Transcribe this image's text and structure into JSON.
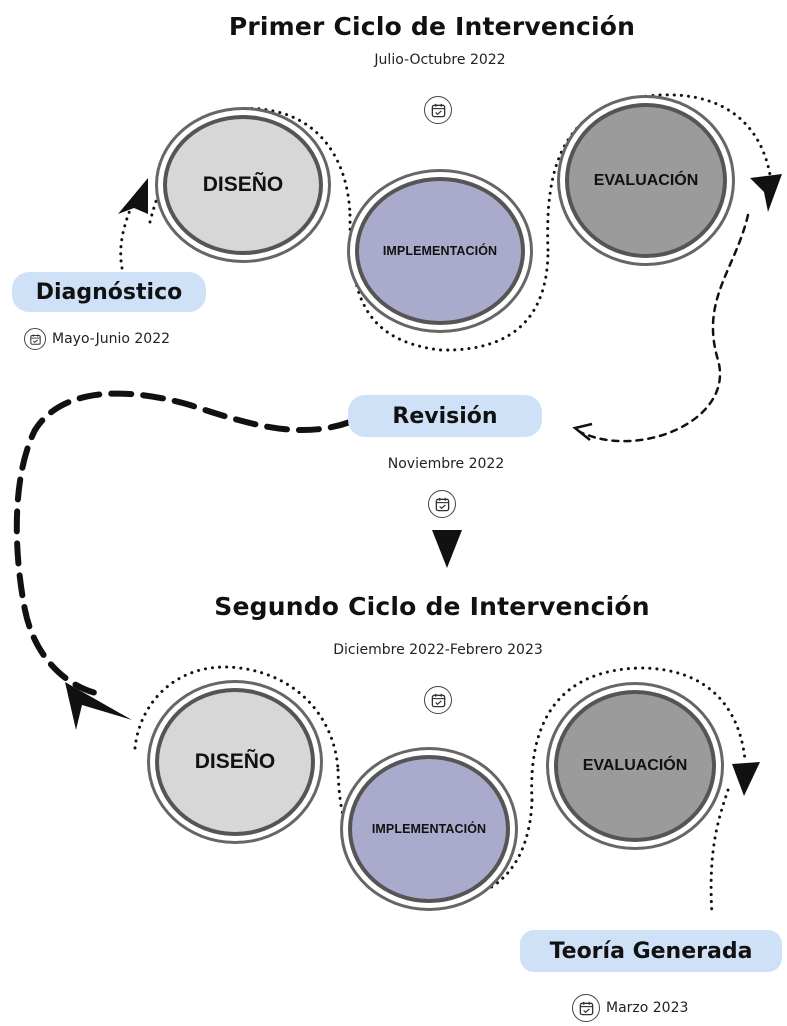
{
  "cycle1": {
    "title": "Primer Ciclo de Intervención",
    "date": "Julio-Octubre 2022",
    "stages": {
      "design": "DISEÑO",
      "implementation": "IMPLEMENTACIÓN",
      "evaluation": "EVALUACIÓN"
    }
  },
  "diagnosis": {
    "label": "Diagnóstico",
    "date": "Mayo-Junio 2022"
  },
  "review": {
    "label": "Revisión",
    "date": "Noviembre 2022"
  },
  "cycle2": {
    "title": "Segundo Ciclo de Intervención",
    "date": "Diciembre 2022-Febrero 2023",
    "stages": {
      "design": "DISEÑO",
      "implementation": "IMPLEMENTACIÓN",
      "evaluation": "EVALUACIÓN"
    }
  },
  "theory": {
    "label": "Teoría Generada",
    "date": "Marzo 2023"
  },
  "colors": {
    "pill": "#cfe1f7",
    "design": "#d7d7d7",
    "implementation": "#aaaacd",
    "evaluation": "#9b9b9b"
  },
  "icons": [
    "calendar-icon",
    "arrowhead-icon"
  ]
}
